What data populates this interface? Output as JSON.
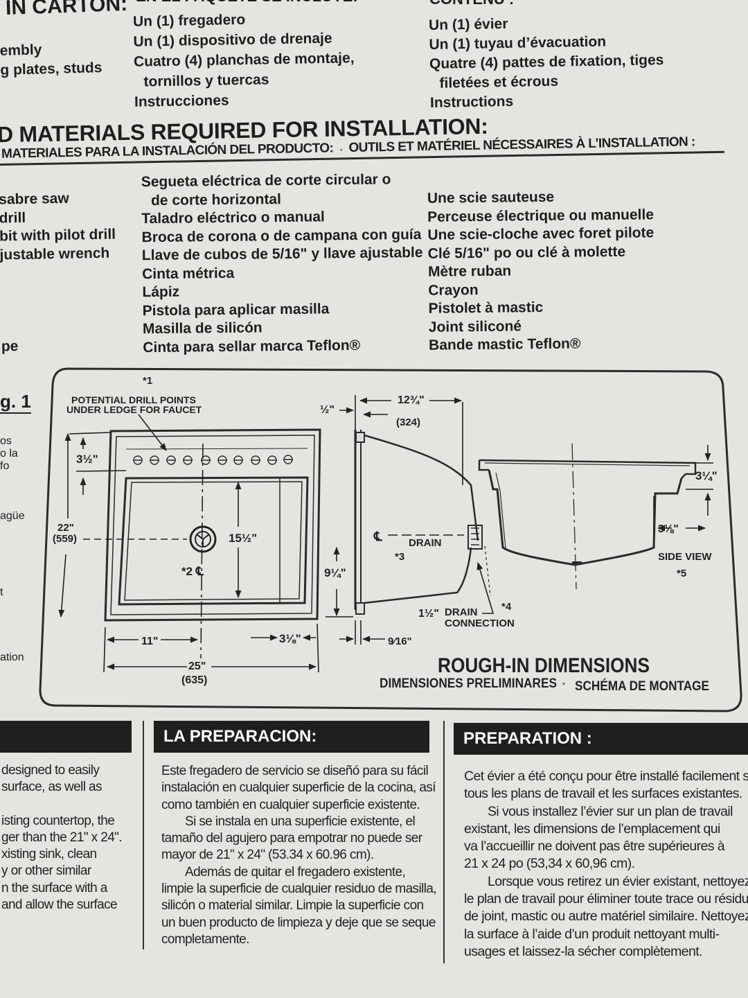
{
  "carton": {
    "en_heading": "IN CARTON:",
    "en_items": [
      "embly",
      "g plates, studs"
    ],
    "es_heading": "EN EL PAQUETE SE INCLUYE:",
    "es_items": [
      "Un (1) fregadero",
      "Un (1) dispositivo de drenaje",
      "Cuatro (4) planchas de montaje,",
      "tornillos y tuercas",
      "Instrucciones"
    ],
    "fr_heading": "CONTENU :",
    "fr_items": [
      "Un (1) évier",
      "Un (1) tuyau d’évacuation",
      "Quatre (4) pattes de fixation, tiges",
      "filetées et écrous",
      "Instructions"
    ]
  },
  "tools": {
    "heading": "D MATERIALS REQUIRED FOR INSTALLATION:",
    "subheading_es": "MATERIALES PARA LA INSTALACIÓN DEL PRODUCTO:",
    "subheading_sep": "▪",
    "subheading_fr": "OUTILS ET MATÉRIEL NÉCESSAIRES À L’INSTALLATION :",
    "en_items": [
      "sabre saw",
      "drill",
      "bit with pilot drill",
      "justable wrench",
      "pe"
    ],
    "es_items": [
      "Segueta eléctrica de corte circular o",
      "de corte horizontal",
      "Taladro eléctrico o manual",
      "Broca de corona o de campana con guía",
      "Llave de cubos de 5/16\" y llave ajustable",
      "Cinta métrica",
      "Lápiz",
      "Pistola para aplicar masilla",
      "Masilla de silicón",
      "Cinta para sellar marca Teflon®"
    ],
    "fr_items": [
      "Une scie sauteuse",
      "Perceuse électrique ou manuelle",
      "Une scie-cloche avec foret pilote",
      "Clé 5/16\" po ou clé à molette",
      "Mètre ruban",
      "Crayon",
      "Pistolet à mastic",
      "Joint siliconé",
      "Bande mastic Teflon®"
    ]
  },
  "figure": {
    "fig_label": "g. 1",
    "left_fragments": [
      "os",
      "o la",
      "fo",
      "agüe",
      "t",
      "ation"
    ],
    "callout_1": "*1",
    "drill_note_1": "POTENTIAL DRILL POINTS",
    "drill_note_2": "UNDER LEDGE FOR FAUCET",
    "dim_3_5": "3½\"",
    "dim_22": "22\"",
    "dim_559": "(559)",
    "dim_15_5": "15½\"",
    "callout_2": "*2 ℄",
    "dim_11": "11\"",
    "dim_25": "25\"",
    "dim_635": "(635)",
    "dim_3_125_bottom": "3⅛\"",
    "dim_half": "½\"",
    "dim_12_75": "12¾\"",
    "dim_324": "(324)",
    "drain_cl": "℄",
    "drain_label": "DRAIN",
    "callout_3": "*3",
    "dim_9_25": "9¼\"",
    "dim_9_16": "9⁄16\"",
    "drain_conn_size": "1½\"",
    "drain_conn_1": "DRAIN",
    "drain_conn_2": "CONNECTION",
    "callout_4": "*4",
    "dim_3_25": "3¼\"",
    "dim_3_125_side": "3⅛\"",
    "side_view": "SIDE VIEW",
    "callout_5": "*5",
    "title": "ROUGH-IN DIMENSIONS",
    "subtitle_es": "DIMENSIONES PRELIMINARES",
    "subtitle_sep": "▪",
    "subtitle_fr": "SCHÉMA DE MONTAGE"
  },
  "prep": {
    "en_lines": [
      "designed to easily",
      "surface, as well as",
      "",
      "isting countertop, the",
      "ger than the 21\" x 24\".",
      "xisting sink, clean",
      "y or other similar",
      "n the surface with a",
      "and allow the surface"
    ],
    "es_heading": "LA PREPARACION:",
    "es_lines": [
      "Este fregadero de servicio se diseñó para su fácil",
      "instalación en cualquier superficie de la cocina, así",
      "como también en cualquier superficie existente.",
      "Si se instala en una superficie existente, el",
      "tamaño del agujero para empotrar no puede ser",
      "mayor de 21\" x 24\" (53.34 x 60.96 cm).",
      "Además de quitar el fregadero existente,",
      "limpie la superficie de cualquier residuo de masilla,",
      "silicón o material similar. Limpie la superficie con",
      "un buen producto de limpieza y deje que se seque",
      "completamente."
    ],
    "fr_heading": "PREPARATION :",
    "fr_lines": [
      "Cet évier a été conçu pour être installé facilement sur",
      "tous les plans de travail et les surfaces existantes.",
      "Si vous installez l’évier sur un plan de travail",
      "existant, les dimensions de l’emplacement qui",
      "va l’accueillir ne doivent pas être supérieures à",
      "21 x 24 po (53,34 x 60,96 cm).",
      "Lorsque vous retirez un évier existant, nettoyez",
      "le plan de travail pour éliminer toute trace ou résidu",
      "de joint, mastic ou autre matériel similaire. Nettoyez",
      "la surface à l’aide d’un produit nettoyant multi-",
      "usages et laissez-la sécher complètement."
    ]
  }
}
